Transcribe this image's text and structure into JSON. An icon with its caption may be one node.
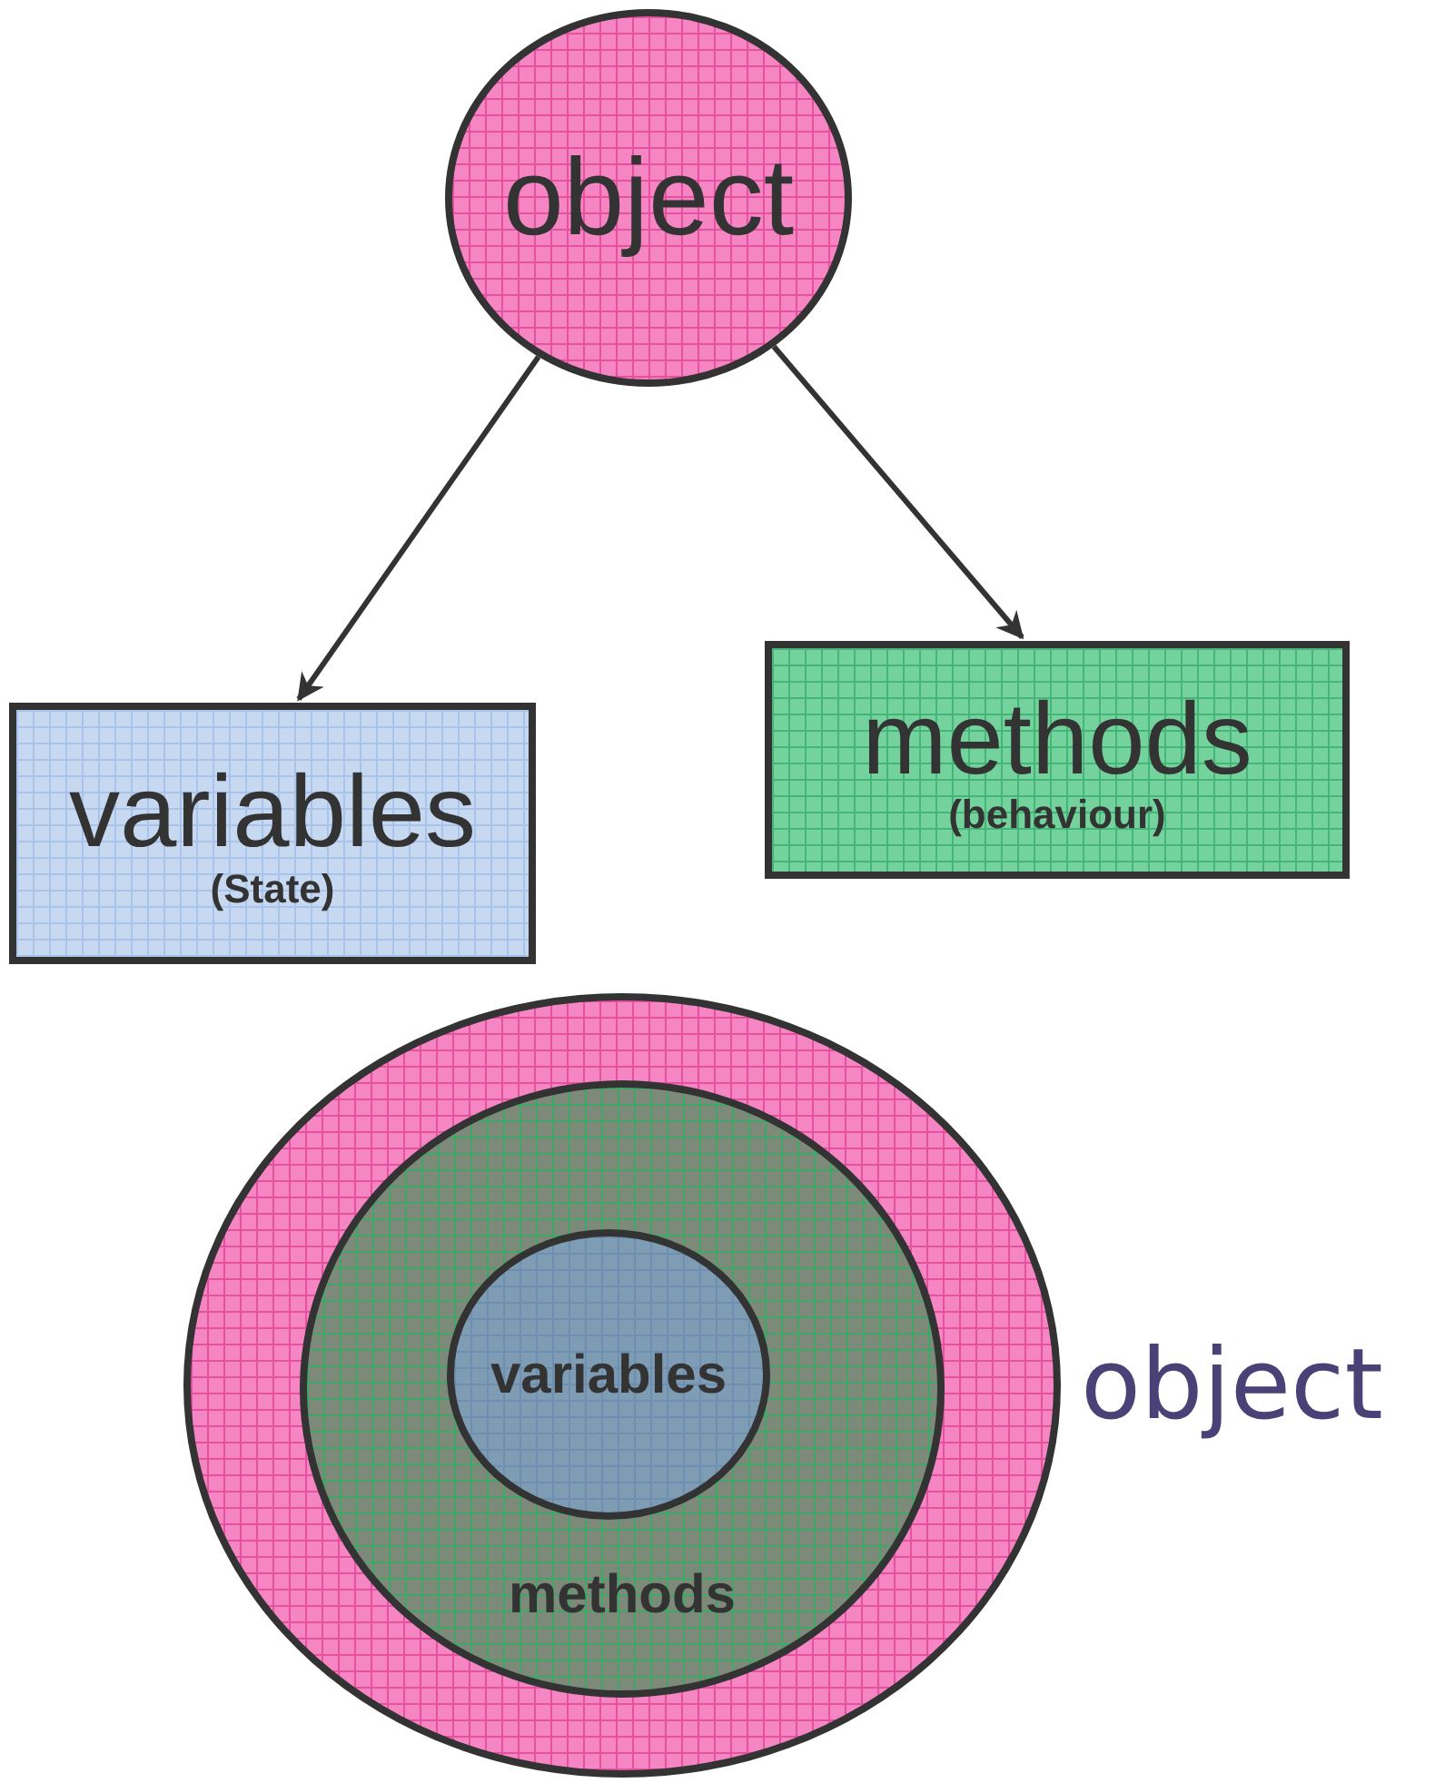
{
  "diagram": {
    "nodes": [
      {
        "text": [
          "object"
        ]
      },
      {
        "text": [
          "variables",
          "(State)"
        ]
      },
      {
        "text": [
          "methods",
          "(behaviour)"
        ]
      },
      {
        "text": [],
        "shape": "circle",
        "beside": [
          "object"
        ]
      },
      {
        "text": [
          "methods"
        ],
        "in": 3
      },
      {
        "text": [
          "variables"
        ],
        "in": 4
      }
    ],
    "edges": [
      {
        "from": 0,
        "to": 1,
        "arrow": "to"
      },
      {
        "from": 0,
        "to": 2,
        "arrow": "to"
      }
    ]
  }
}
